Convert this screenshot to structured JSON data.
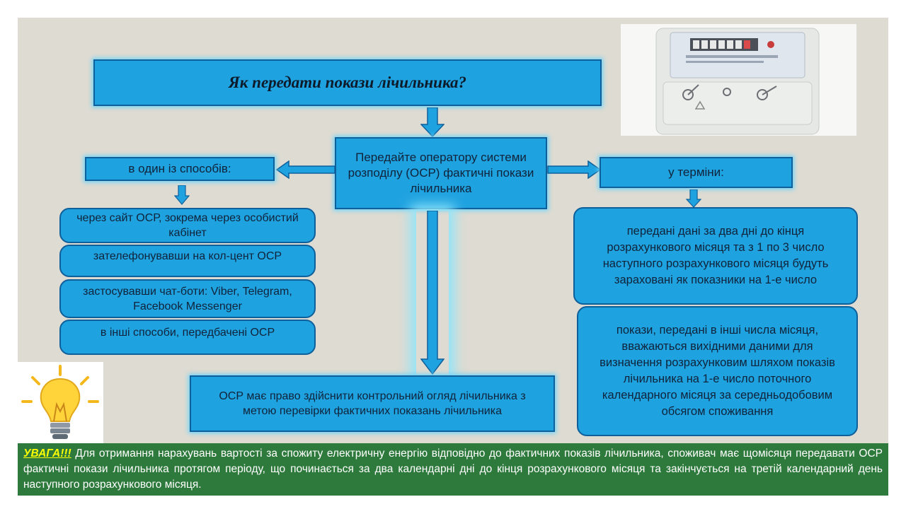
{
  "title": "Як передати покази лічильника?",
  "center": "Передайте оператору системи розподілу (ОСР) фактичні покази лічильника",
  "left_header": "в один із способів:",
  "left_items": [
    "через сайт ОСР, зокрема через особистий кабінет",
    "зателефонувавши на кол-цент ОСР",
    "застосувавши чат-боти: Viber, Telegram, Facebook Messenger",
    "в інші способи, передбачені ОСР"
  ],
  "right_header": "у терміни:",
  "right_items": [
    "передані дані за два дні до кінця розрахункового місяця та з 1 по 3 число наступного розрахункового місяця будуть зараховані як показники на 1-е число",
    "покази, передані в інші числа місяця, вважаються вихідними даними для визначення розрахунковим шляхом показів лічильника на 1-е число поточного календарного місяця за середньодобовим обсягом споживання"
  ],
  "bottom": "ОСР має право здійснити контрольний огляд лічильника  з метою перевірки фактичних показань лічильника",
  "notice": {
    "label": "УВАГА!!!",
    "text": " Для отримання нарахувань вартості за спожиту електричну енергію відповідно до фактичних показів лічильника, споживач має щомісяця передавати ОСР фактичні покази лічильника протягом періоду, що починається за два календарні дні до кінця розрахункового місяця та закінчується на третій календарний день наступного розрахункового місяця."
  },
  "colors": {
    "box_fill": "#1fa2e0",
    "box_border": "#0f5f9a",
    "canvas": "#dedbd2",
    "notice_bg": "#2e7a3c",
    "notice_label": "#ffff00"
  },
  "icons": [
    "electricity-meter-image",
    "lightbulb-icon"
  ]
}
